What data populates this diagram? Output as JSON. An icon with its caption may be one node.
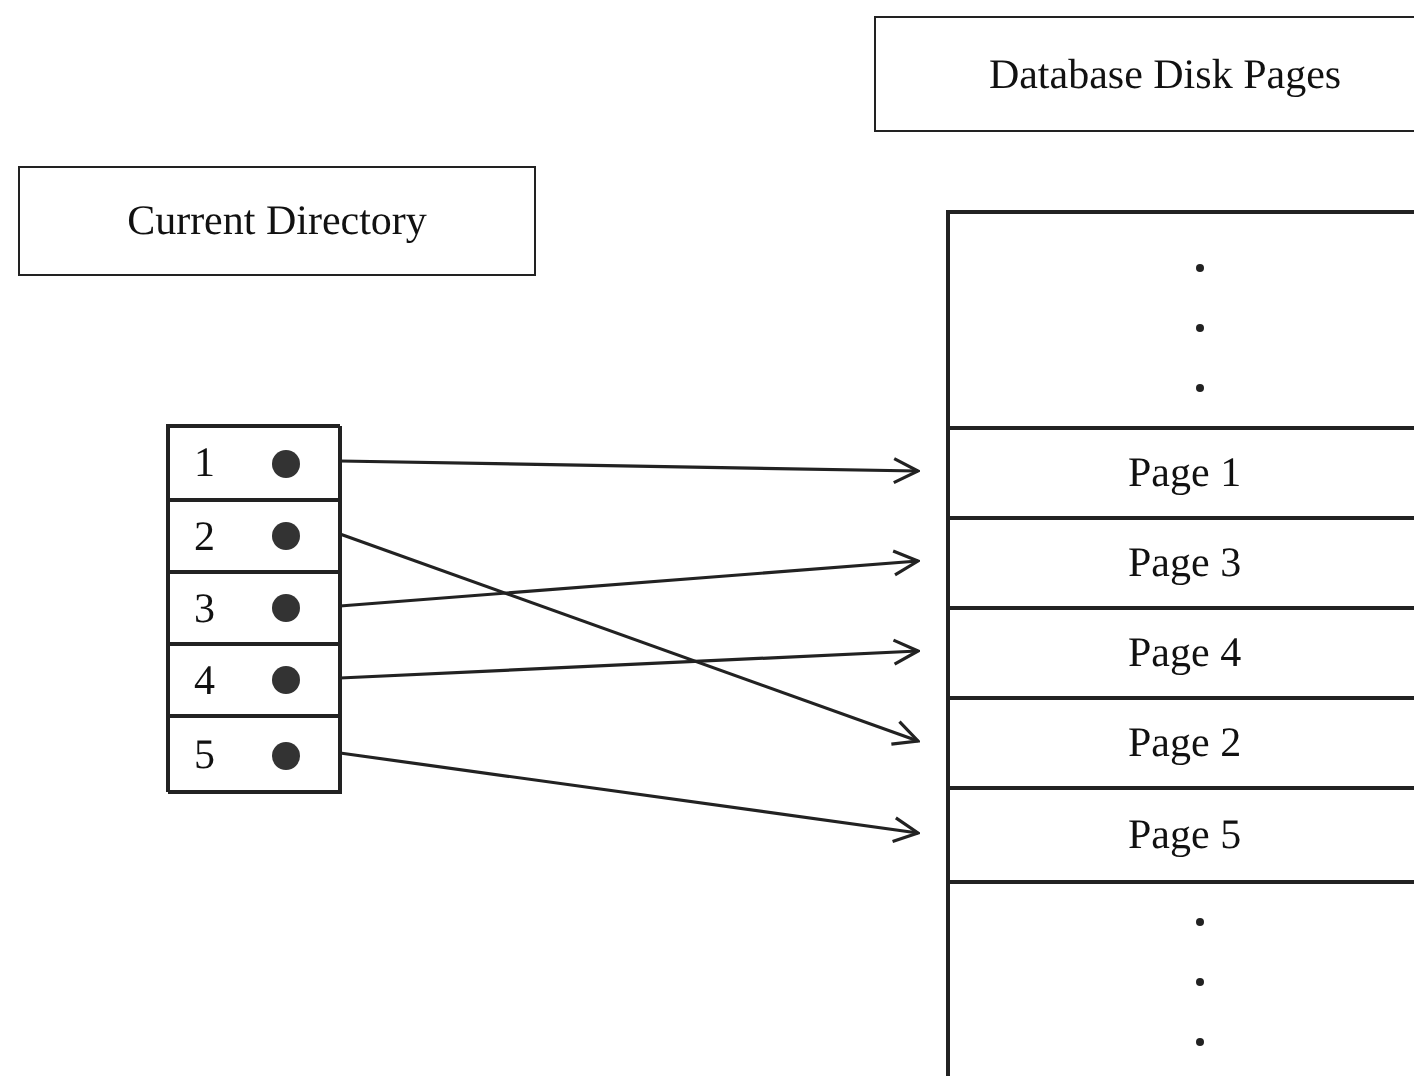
{
  "diagram": {
    "nodes": [
      {
        "text": [
          "Current Directory"
        ]
      },
      {
        "text": [
          "Database Disk Pages"
        ]
      },
      {
        "text": [],
        "shape": "box"
      },
      {
        "text": [
          "1"
        ],
        "in": 2
      },
      {
        "text": [
          "2"
        ],
        "in": 2
      },
      {
        "text": [
          "3"
        ],
        "in": 2
      },
      {
        "text": [
          "4"
        ],
        "in": 2
      },
      {
        "text": [
          "5"
        ],
        "in": 2
      },
      {
        "text": [],
        "shape": "box"
      },
      {
        "text": [],
        "shape": "box",
        "in": 8
      },
      {
        "text": [
          "Page 1"
        ],
        "in": 8
      },
      {
        "text": [
          "Page 3"
        ],
        "in": 8
      },
      {
        "text": [
          "Page 4"
        ],
        "in": 8
      },
      {
        "text": [
          "Page 2"
        ],
        "in": 8
      },
      {
        "text": [
          "Page 5"
        ],
        "in": 8
      },
      {
        "text": [],
        "shape": "box",
        "in": 8
      }
    ],
    "edges": [
      {
        "from": 3,
        "to": 10,
        "arrow": "to"
      },
      {
        "from": 4,
        "to": 13,
        "arrow": "to"
      },
      {
        "from": 5,
        "to": 11,
        "arrow": "to"
      },
      {
        "from": 6,
        "to": 12,
        "arrow": "to"
      },
      {
        "from": 7,
        "to": 14,
        "arrow": "to"
      }
    ]
  }
}
